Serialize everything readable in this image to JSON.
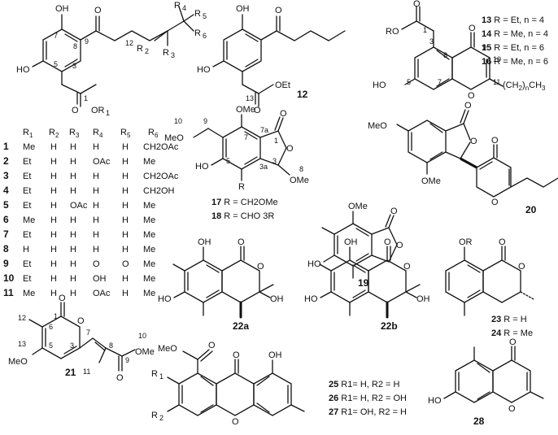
{
  "compounds": {
    "c12": "12",
    "c13": "13",
    "c14": "14",
    "c15": "15",
    "c16": "16",
    "c17": "17",
    "c18": "18",
    "c19": "19",
    "c20": "20",
    "c21": "21",
    "c22a": "22a",
    "c22b": "22b",
    "c23": "23",
    "c24": "24",
    "c25": "25",
    "c26": "26",
    "c27": "27",
    "c28": "28"
  },
  "series_13_16": [
    {
      "id": "13",
      "text": "R = Et, n = 4"
    },
    {
      "id": "14",
      "text": "R = Me, n = 4"
    },
    {
      "id": "15",
      "text": "R = Et, n = 6"
    },
    {
      "id": "16",
      "text": "R = Me, n = 6"
    }
  ],
  "series_17_18": [
    {
      "id": "17",
      "text": "R = CH2OMe"
    },
    {
      "id": "18",
      "text": "R = CHO 3R"
    }
  ],
  "series_23_24": [
    {
      "id": "23",
      "text": "R = H"
    },
    {
      "id": "24",
      "text": "R = Me"
    }
  ],
  "series_25_27": [
    {
      "id": "25",
      "text": "R1= H, R2 = H"
    },
    {
      "id": "26",
      "text": "R1= H, R2 = OH"
    },
    {
      "id": "27",
      "text": "R1= OH, R2 = H"
    }
  ],
  "table": {
    "headers": [
      "R1",
      "R2",
      "R3",
      "R4",
      "R5",
      "R6"
    ],
    "rows": [
      [
        "1",
        "Me",
        "H",
        "H",
        "H",
        "H",
        "CH2OAc"
      ],
      [
        "2",
        "Et",
        "H",
        "H",
        "OAc",
        "H",
        "Me"
      ],
      [
        "3",
        "Et",
        "H",
        "H",
        "H",
        "H",
        "CH2OAc"
      ],
      [
        "4",
        "Et",
        "H",
        "H",
        "H",
        "H",
        "CH2OH"
      ],
      [
        "5",
        "Et",
        "H",
        "OAc",
        "H",
        "H",
        "Me"
      ],
      [
        "6",
        "Me",
        "H",
        "H",
        "H",
        "H",
        "Me"
      ],
      [
        "7",
        "Et",
        "H",
        "H",
        "H",
        "H",
        "Me"
      ],
      [
        "8",
        "H",
        "H",
        "H",
        "H",
        "H",
        "Me"
      ],
      [
        "9",
        "Et",
        "H",
        "H",
        "O",
        "O",
        "Me"
      ],
      [
        "10",
        "Et",
        "H",
        "H",
        "OH",
        "H",
        "Me"
      ],
      [
        "11",
        "Me",
        "H",
        "H",
        "OAc",
        "H",
        "Me"
      ]
    ]
  },
  "atoms": {
    "OH": "OH",
    "HO": "HO",
    "O": "O",
    "OMe": "OMe",
    "MeO": "MeO",
    "MeOCO": "MeO",
    "OEt": "OEt",
    "RO": "RO",
    "OR": "OR",
    "OR1": "OR",
    "R": "R",
    "R1": "R",
    "R2": "R",
    "R3": "R",
    "R4": "R",
    "R5": "R",
    "R6": "R",
    "chain13": "(CH2)nCH3"
  }
}
